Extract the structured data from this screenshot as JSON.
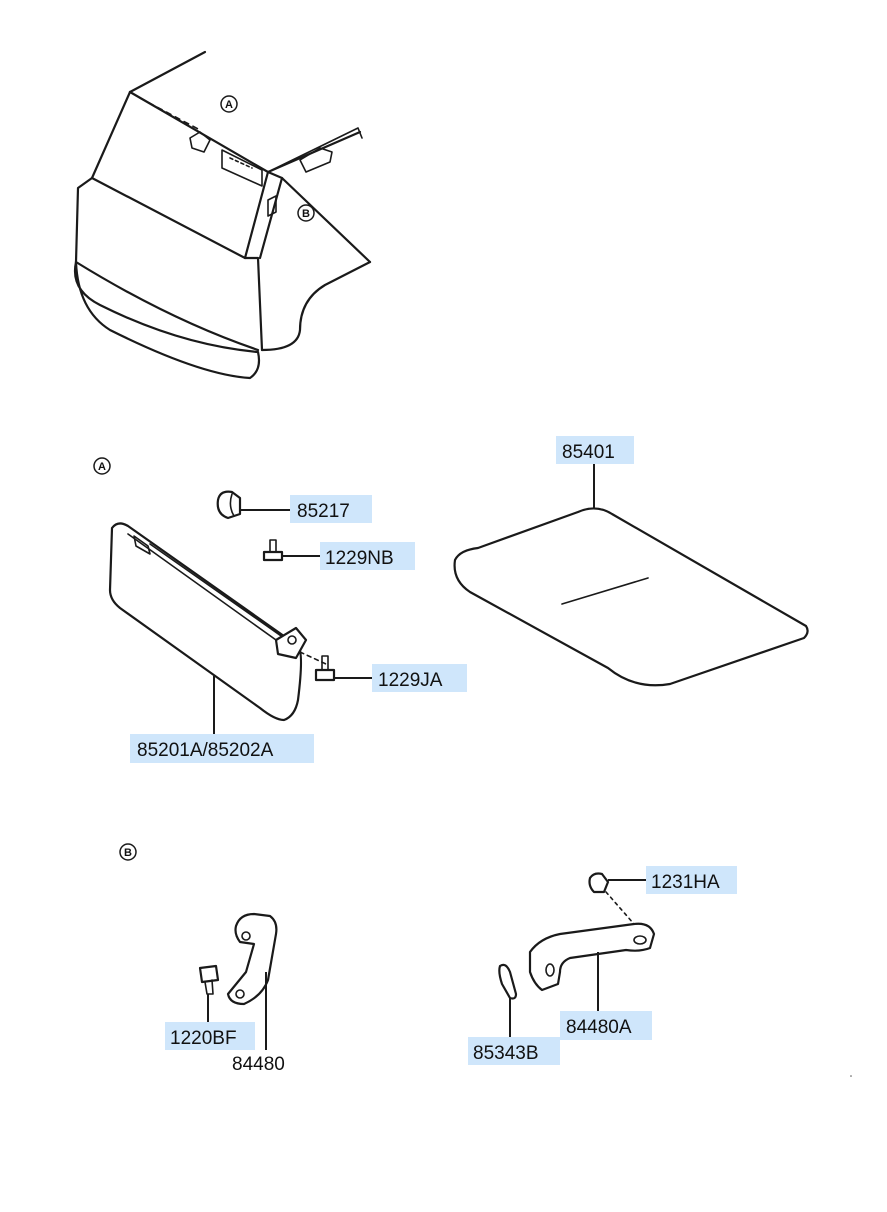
{
  "callouts": {
    "A": "A",
    "B": "B"
  },
  "parts": {
    "p85401": "85401",
    "p85217": "85217",
    "p1229NB": "1229NB",
    "p1229JA": "1229JA",
    "p85201A": "85201A/85202A",
    "p1231HA": "1231HA",
    "p1220BF": "1220BF",
    "p84480": "84480",
    "p84480A": "84480A",
    "p85343B": "85343B"
  },
  "colors": {
    "label_highlight": "#cfe6fb",
    "line": "#1a1a1a"
  }
}
